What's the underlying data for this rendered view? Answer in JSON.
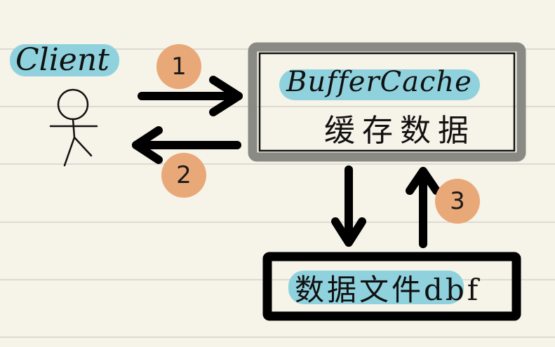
{
  "client": {
    "label": "Client"
  },
  "buffer_cache": {
    "title": "BufferCache",
    "subtitle": "缓存数据"
  },
  "data_file": {
    "label": "数据文件dbf"
  },
  "steps": [
    {
      "number": "1"
    },
    {
      "number": "2"
    },
    {
      "number": "3"
    }
  ],
  "colors": {
    "paper": "#f6f3e8",
    "highlight": "#8fd2de",
    "badge": "#e9a878",
    "box_gray": "#8a8a84",
    "ink": "#111111"
  }
}
